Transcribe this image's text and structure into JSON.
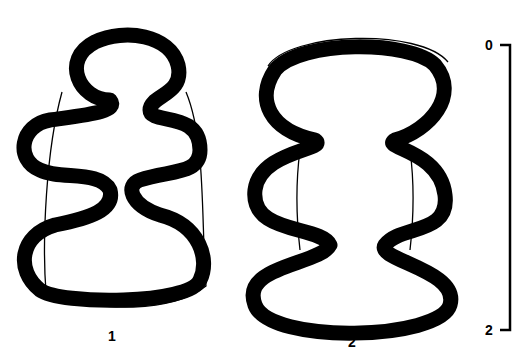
{
  "diagram": {
    "labels": [
      "1",
      "2",
      "0",
      "2"
    ]
  }
}
